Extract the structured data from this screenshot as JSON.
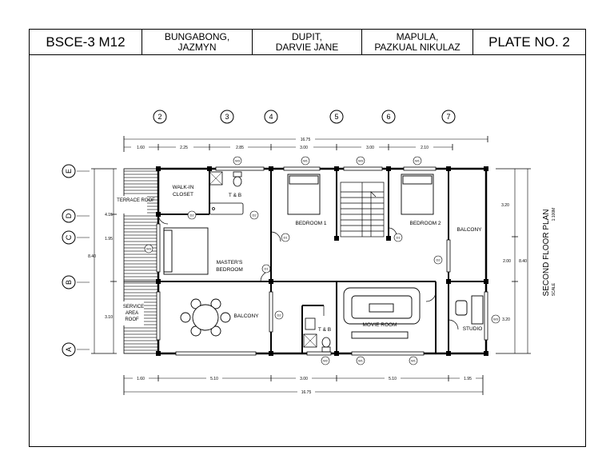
{
  "title_block": {
    "code": "BSCE-3 M12",
    "member1_line1": "BUNGABONG,",
    "member1_line2": "JAZMYN",
    "member2_line1": "DUPIT,",
    "member2_line2": "DARVIE JANE",
    "member3_line1": "MAPULA,",
    "member3_line2": "PAZKUAL NIKULAZ",
    "plate": "PLATE NO. 2"
  },
  "grid_columns": [
    "2",
    "3",
    "4",
    "5",
    "6",
    "7"
  ],
  "grid_rows": [
    "E",
    "D",
    "C",
    "B",
    "A"
  ],
  "top_dims": {
    "total": "16.75",
    "d1": "1.60",
    "d2": "2.25",
    "d3": "2.85",
    "d4": "3.00",
    "d5": "3.00",
    "d6": "2.10"
  },
  "bottom_dims": {
    "total": "16.75",
    "d1": "1.60",
    "d2": "5.10",
    "d3": "3.00",
    "d4": "5.10",
    "d5": "1.95"
  },
  "left_dims": {
    "total": "8.40",
    "d1": "4.15",
    "d2": "1.95",
    "d3": "3.10"
  },
  "right_dims": {
    "total": "8.40",
    "d1": "3.20",
    "d2": "2.00",
    "d3": "3.20"
  },
  "rooms": {
    "terrace": "TERRACE ROOF",
    "walkin_1": "WALK-IN",
    "walkin_2": "CLOSET",
    "tb_upper": "T & B",
    "bedroom1": "BEDROOM 1",
    "bedroom2": "BEDROOM 2",
    "balcony_right": "BALCONY",
    "master_1": "MASTER'S",
    "master_2": "BEDROOM",
    "service_1": "SERVICE",
    "service_2": "AREA",
    "service_3": "ROOF",
    "balcony_left": "BALCONY",
    "tb_lower": "T & B",
    "movie": "MOVIE ROOM",
    "studio": "STUDIO"
  },
  "tags": {
    "w2": "W2",
    "w3": "W3",
    "w1": "W1",
    "d2": "D2",
    "d1": "D1"
  },
  "sheet_title": "SECOND FLOOR PLAN",
  "scale_value": "1:100M",
  "scale_label": "SCALE"
}
